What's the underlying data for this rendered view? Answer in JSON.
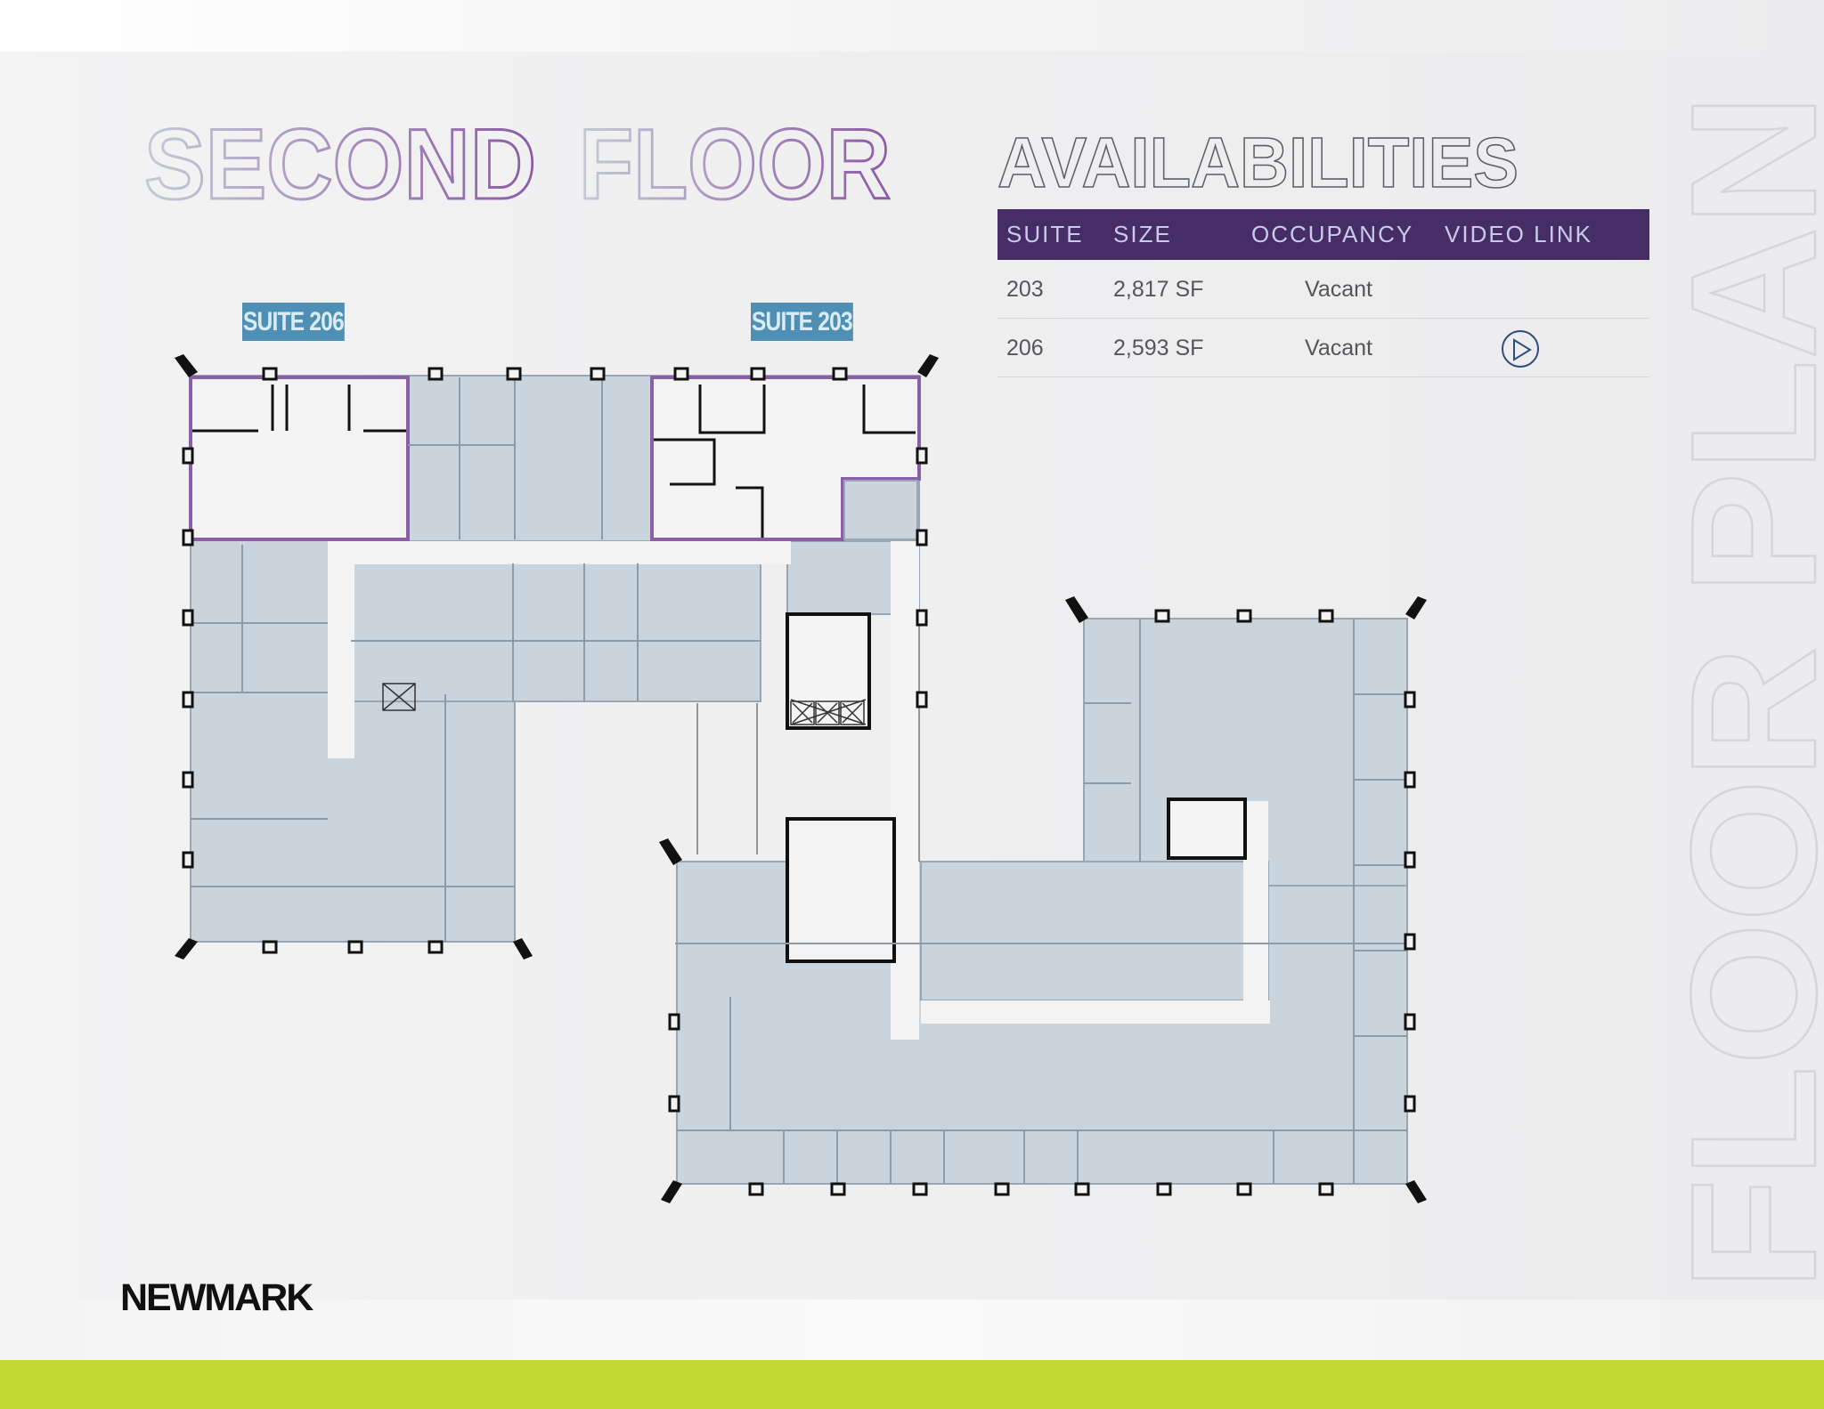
{
  "page": {
    "title_part1": "SECOND",
    "title_part2": "FLOOR",
    "availabilities_heading": "AVAILABILITIES",
    "side_watermark": "FLOOR PLAN"
  },
  "table": {
    "headers": [
      "SUITE",
      "SIZE",
      "OCCUPANCY",
      "VIDEO LINK"
    ],
    "rows": [
      {
        "suite": "203",
        "size": "2,817 SF",
        "occupancy": "Vacant",
        "video": ""
      },
      {
        "suite": "206",
        "size": "2,593 SF",
        "occupancy": "Vacant",
        "video": "play-icon"
      }
    ]
  },
  "floorplan": {
    "labels": [
      {
        "text": "SUITE 206"
      },
      {
        "text": "SUITE 203"
      }
    ]
  },
  "brand": {
    "logo": "NEWMARK"
  },
  "colors": {
    "header_purple": "#472d66",
    "suite_outline": "#8a5fa8",
    "suite_tag": "#4e8fb3",
    "space_fill": "#c9d4dd",
    "accent_green": "#c2d935"
  }
}
